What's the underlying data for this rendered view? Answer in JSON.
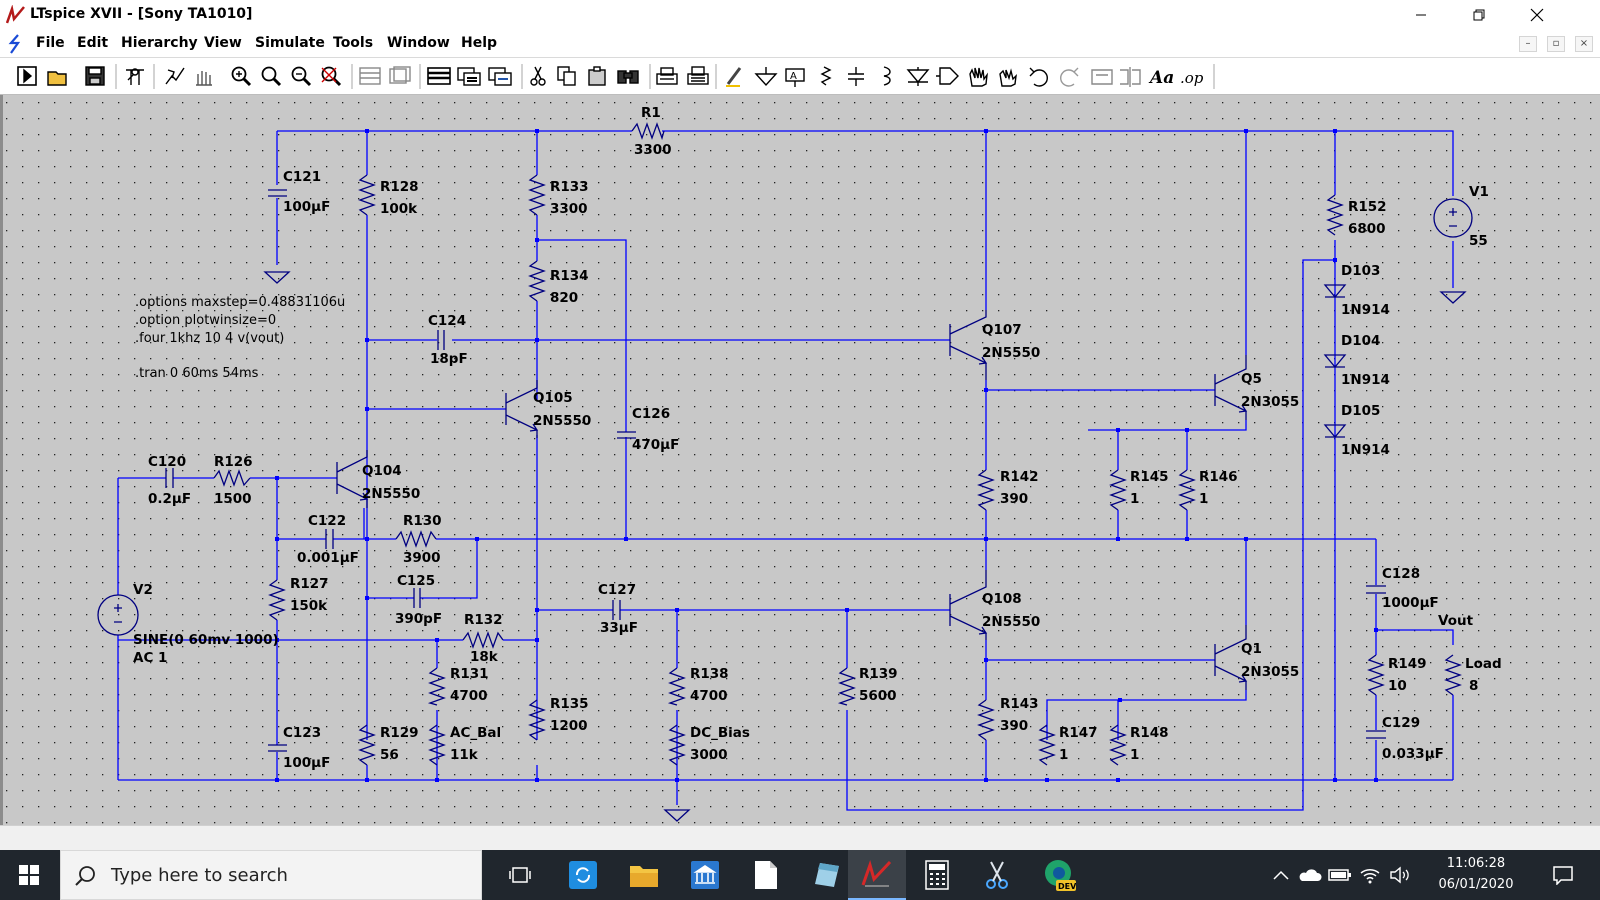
{
  "window": {
    "title": "LTspice XVII - [Sony TA1010]"
  },
  "menu": {
    "items": [
      {
        "id": "file",
        "label": "File"
      },
      {
        "id": "edit",
        "label": "Edit"
      },
      {
        "id": "hierarchy",
        "label": "Hierarchy"
      },
      {
        "id": "view",
        "label": "View"
      },
      {
        "id": "simulate",
        "label": "Simulate"
      },
      {
        "id": "tools",
        "label": "Tools"
      },
      {
        "id": "window",
        "label": "Window"
      },
      {
        "id": "help",
        "label": "Help"
      }
    ]
  },
  "toolbar": {
    "icons": [
      "new-schematic-icon",
      "open-icon",
      "save-icon",
      "control-panel-icon",
      "run-icon",
      "halt-icon",
      "zoom-in-icon",
      "zoom-full-icon",
      "zoom-out-icon",
      "autorange-icon",
      "tile-icon",
      "cascade-icon",
      "schematic-view-icon",
      "waveform-view-icon",
      "netlist-icon",
      "cut-icon",
      "copy-icon",
      "paste-icon",
      "find-icon",
      "print-setup-icon",
      "print-icon",
      "draw-wire-icon",
      "ground-icon",
      "label-net-icon",
      "resistor-icon",
      "capacitor-icon",
      "inductor-icon",
      "diode-icon",
      "component-icon",
      "move-icon",
      "drag-icon",
      "undo-icon",
      "redo-icon",
      "rotate-icon",
      "mirror-icon",
      "text-icon",
      "spice-directive-icon"
    ],
    "text_text": "Aa",
    "spice_directive_text": ".op"
  },
  "schematic": {
    "directives": [
      ".options maxstep=0.48831106u",
      ".option plotwinsize=0",
      ".four 1khz 10 4 v(vout)",
      ".tran 0 60ms 54ms"
    ],
    "components": [
      {
        "ref": "R1",
        "value": "3300"
      },
      {
        "ref": "C121",
        "value": "100µF"
      },
      {
        "ref": "R128",
        "value": "100k"
      },
      {
        "ref": "R133",
        "value": "3300"
      },
      {
        "ref": "R134",
        "value": "820"
      },
      {
        "ref": "C124",
        "value": "18pF"
      },
      {
        "ref": "Q105",
        "value": "2N5550"
      },
      {
        "ref": "C126",
        "value": "470µF"
      },
      {
        "ref": "Q107",
        "value": "2N5550"
      },
      {
        "ref": "Q5",
        "value": "2N3055"
      },
      {
        "ref": "R152",
        "value": "6800"
      },
      {
        "ref": "D103",
        "value": "1N914"
      },
      {
        "ref": "D104",
        "value": "1N914"
      },
      {
        "ref": "D105",
        "value": "1N914"
      },
      {
        "ref": "V1",
        "value": "55"
      },
      {
        "ref": "C120",
        "value": "0.2µF"
      },
      {
        "ref": "R126",
        "value": "1500"
      },
      {
        "ref": "Q104",
        "value": "2N5550"
      },
      {
        "ref": "C122",
        "value": "0.001µF"
      },
      {
        "ref": "R130",
        "value": "3900"
      },
      {
        "ref": "R142",
        "value": "390"
      },
      {
        "ref": "R145",
        "value": "1"
      },
      {
        "ref": "R146",
        "value": "1"
      },
      {
        "ref": "V2",
        "value": "SINE(0 60mv 1000)",
        "value2": "AC 1"
      },
      {
        "ref": "R127",
        "value": "150k"
      },
      {
        "ref": "C125",
        "value": "390pF"
      },
      {
        "ref": "R132",
        "value": "18k"
      },
      {
        "ref": "C127",
        "value": "33µF"
      },
      {
        "ref": "Q108",
        "value": "2N5550"
      },
      {
        "ref": "C128",
        "value": "1000µF"
      },
      {
        "ref": "R131",
        "value": "4700"
      },
      {
        "ref": "Q1",
        "value": "2N3055"
      },
      {
        "ref": "R138",
        "value": "4700"
      },
      {
        "ref": "R139",
        "value": "5600"
      },
      {
        "ref": "R149",
        "value": "10"
      },
      {
        "ref": "Load",
        "value": "8"
      },
      {
        "ref": "R135",
        "value": "1200"
      },
      {
        "ref": "DC_Bias",
        "value": "3000"
      },
      {
        "ref": "R143",
        "value": "390"
      },
      {
        "ref": "C123",
        "value": "100µF"
      },
      {
        "ref": "R129",
        "value": "56"
      },
      {
        "ref": "AC_Bal",
        "value": "11k"
      },
      {
        "ref": "R147",
        "value": "1"
      },
      {
        "ref": "R148",
        "value": "1"
      },
      {
        "ref": "C129",
        "value": "0.033µF"
      }
    ],
    "net_labels": [
      "Vout"
    ]
  },
  "taskbar": {
    "search_placeholder": "Type here to search",
    "apps": [
      "task-view-icon",
      "sync-app-icon",
      "file-explorer-icon",
      "bank-app-icon",
      "document-app-icon",
      "notepad-app-icon",
      "ltspice-app-icon",
      "calculator-icon",
      "snipping-tool-icon",
      "edge-dev-icon"
    ],
    "edge_badge": "DEV"
  },
  "tray": {
    "icons": [
      "chevron-up-icon",
      "onedrive-icon",
      "battery-icon",
      "wifi-icon",
      "volume-icon",
      "notifications-icon"
    ],
    "time": "11:06:28",
    "date": "06/01/2020"
  },
  "colors": {
    "wire": "#0000ff",
    "component": "#000080",
    "grid_dot": "#222222",
    "canvas": "#c8c8c8",
    "text": "#000000",
    "taskbar": "#20262d",
    "ltspice_accent": "#b41a1a"
  }
}
